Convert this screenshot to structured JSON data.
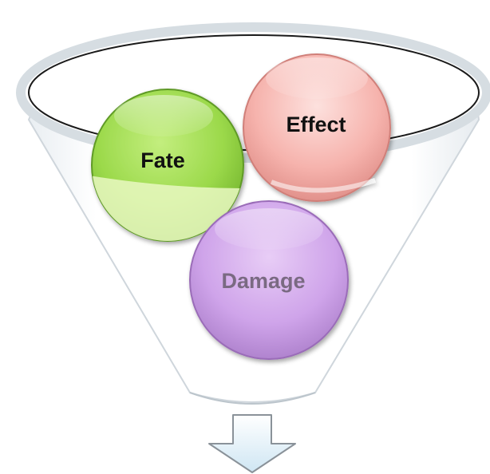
{
  "funnel": {
    "items": [
      {
        "label": "Fate",
        "color": "#8fd13f"
      },
      {
        "label": "Effect",
        "color": "#f08f8f"
      },
      {
        "label": "Damage",
        "color": "#c99be0"
      }
    ],
    "label_colors": {
      "dark": "#111111",
      "muted": "#7a6a82"
    }
  },
  "arrow": {
    "color": "#dbeef8"
  }
}
